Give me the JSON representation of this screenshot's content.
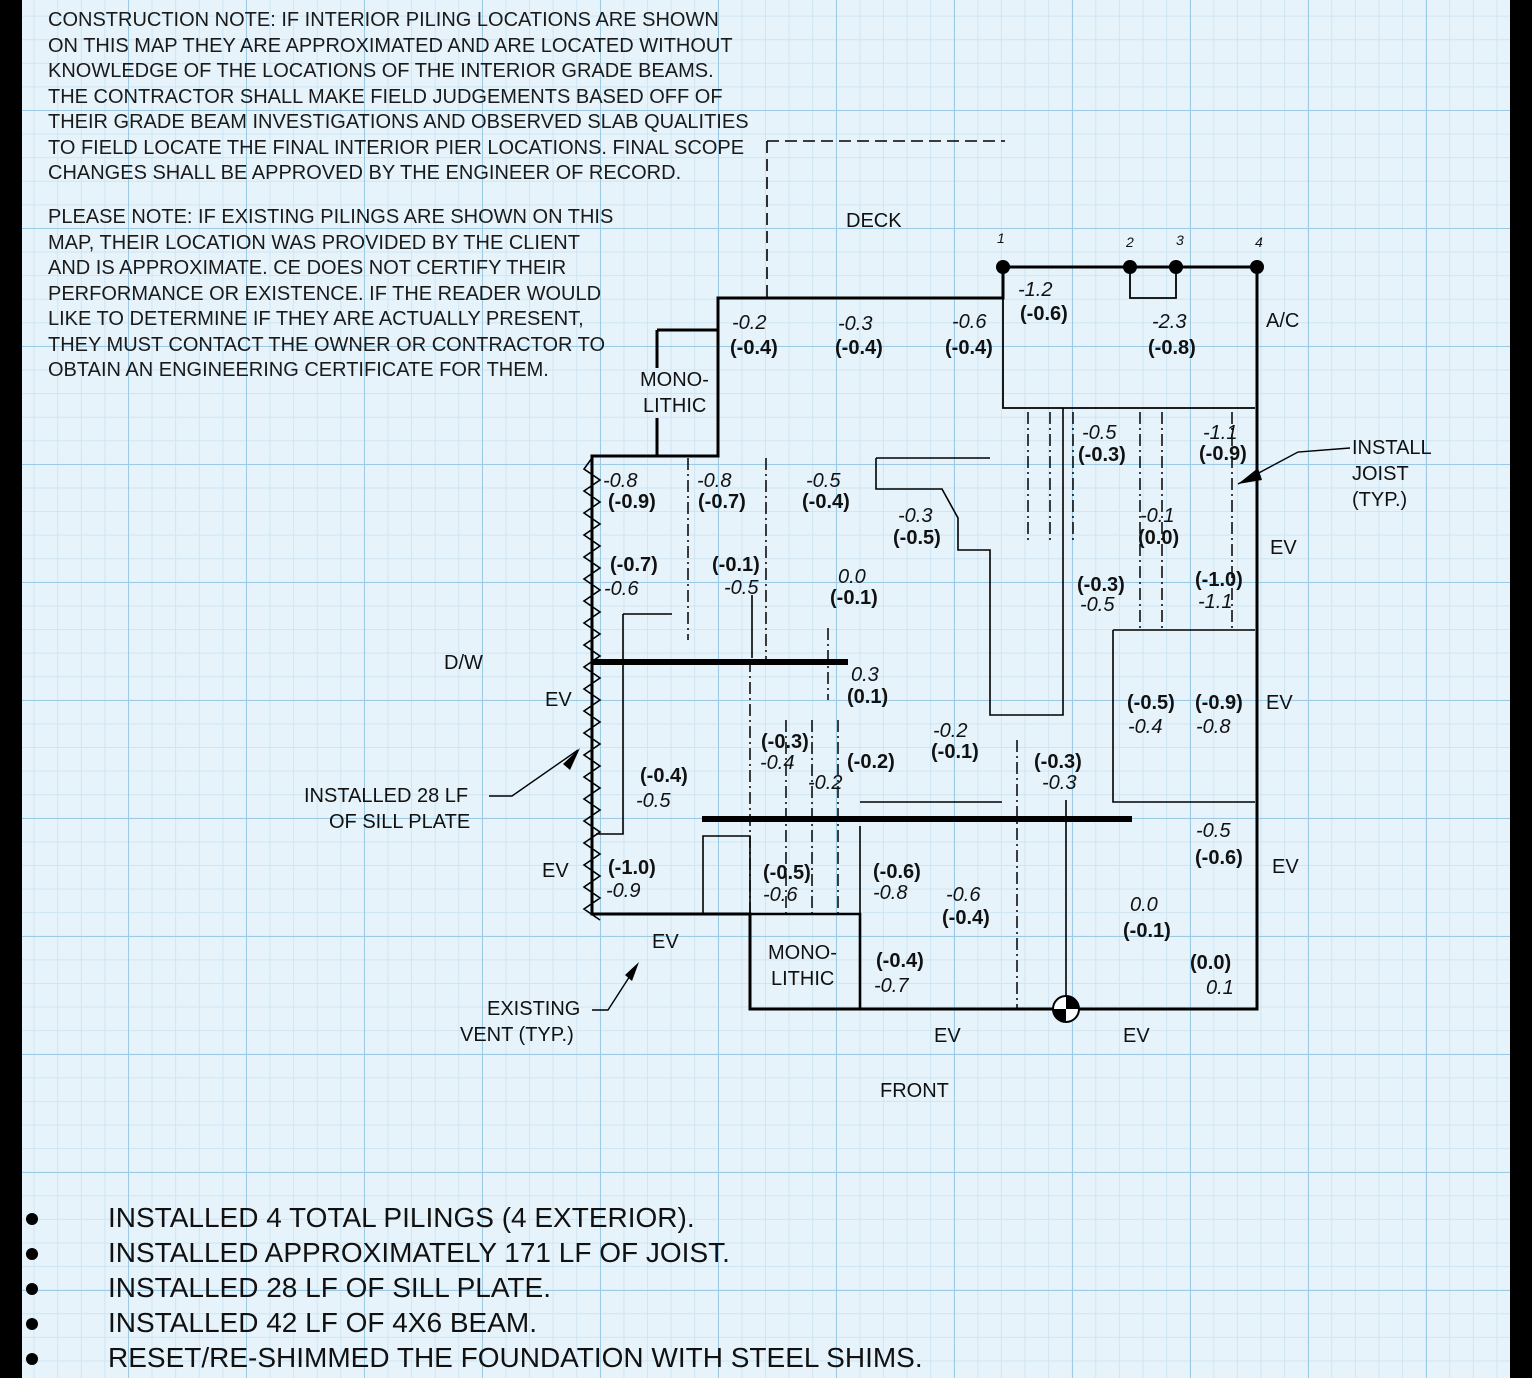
{
  "notes": {
    "construction": [
      "CONSTRUCTION NOTE:  IF INTERIOR PILING LOCATIONS ARE SHOWN",
      "ON THIS MAP THEY ARE APPROXIMATED AND ARE LOCATED WITHOUT",
      "KNOWLEDGE OF THE LOCATIONS OF THE INTERIOR GRADE BEAMS.",
      "THE CONTRACTOR SHALL MAKE FIELD JUDGEMENTS BASED OFF OF",
      "THEIR GRADE BEAM INVESTIGATIONS AND OBSERVED SLAB QUALITIES",
      "TO FIELD LOCATE THE FINAL INTERIOR PIER LOCATIONS.  FINAL SCOPE",
      "CHANGES SHALL BE APPROVED BY THE ENGINEER OF RECORD."
    ],
    "please": [
      "PLEASE NOTE: IF EXISTING PILINGS ARE SHOWN ON THIS",
      "MAP, THEIR LOCATION WAS PROVIDED BY THE CLIENT",
      "AND IS APPROXIMATE.  CE DOES NOT CERTIFY THEIR",
      "PERFORMANCE OR EXISTENCE.  IF THE READER WOULD",
      "LIKE TO DETERMINE IF THEY ARE ACTUALLY PRESENT,",
      "THEY MUST CONTACT THE OWNER OR CONTRACTOR TO",
      "OBTAIN AN ENGINEERING CERTIFICATE FOR THEM."
    ]
  },
  "labels": {
    "deck": "DECK",
    "ac": "A/C",
    "dw": "D/W",
    "front": "FRONT",
    "mono_top_1": "MONO-",
    "mono_top_2": "LITHIC",
    "mono_bot_1": "MONO-",
    "mono_bot_2": "LITHIC",
    "install_joist": [
      "INSTALL",
      "JOIST",
      "(TYP.)"
    ],
    "sill_plate": [
      "INSTALLED 28 LF",
      "OF SILL PLATE"
    ],
    "existing_vent": [
      "EXISTING",
      "VENT (TYP.)"
    ],
    "ev": "EV",
    "pilings": [
      "1",
      "2",
      "3",
      "4"
    ]
  },
  "elevations": [
    {
      "id": "e1",
      "it": "-0.2",
      "bd": "(-0.4)"
    },
    {
      "id": "e2",
      "it": "-0.3",
      "bd": "(-0.4)"
    },
    {
      "id": "e3",
      "it": "-0.6",
      "bd": "(-0.4)"
    },
    {
      "id": "e4",
      "it": "-1.2",
      "bd": "(-0.6)"
    },
    {
      "id": "e5",
      "it": "-2.3",
      "bd": "(-0.8)"
    },
    {
      "id": "e6",
      "it": "-0.5",
      "bd": "(-0.3)"
    },
    {
      "id": "e7",
      "it": "-1.1",
      "bd": "(-0.9)"
    },
    {
      "id": "e8",
      "it": "-0.8",
      "bd": "(-0.9)"
    },
    {
      "id": "e9",
      "it": "-0.8",
      "bd": "(-0.7)"
    },
    {
      "id": "e10",
      "it": "-0.5",
      "bd": "(-0.4)"
    },
    {
      "id": "e11",
      "it": "-0.3",
      "bd": "(-0.5)"
    },
    {
      "id": "e12",
      "it": "-0.1",
      "bd": "(0.0)"
    },
    {
      "id": "e13",
      "it": "-0.6",
      "bd": "(-0.7)"
    },
    {
      "id": "e14",
      "it": "-0.5",
      "bd": "(-0.1)"
    },
    {
      "id": "e15",
      "it": "0.0",
      "bd": "(-0.1)"
    },
    {
      "id": "e16",
      "it": "-0.5",
      "bd": "(-0.3)"
    },
    {
      "id": "e17",
      "it": "-1.1",
      "bd": "(-1.0)"
    },
    {
      "id": "e18",
      "it": "0.3",
      "bd": "(0.1)"
    },
    {
      "id": "e19",
      "it": "-0.4",
      "bd": "(-0.5)"
    },
    {
      "id": "e20",
      "it": "-0.8",
      "bd": "(-0.9)"
    },
    {
      "id": "e21",
      "it": "-0.4",
      "bd": "(-0.3)"
    },
    {
      "id": "e22",
      "it": "-0.2",
      "bd": "(-0.2)"
    },
    {
      "id": "e23",
      "it": "-0.2",
      "bd": "(-0.1)"
    },
    {
      "id": "e24",
      "it": "-0.3",
      "bd": "(-0.3)"
    },
    {
      "id": "e25",
      "it": "-0.5",
      "bd": "(-0.4)"
    },
    {
      "id": "e26",
      "it": "-0.5",
      "bd": "(-0.6)"
    },
    {
      "id": "e27",
      "it": "-0.9",
      "bd": "(-1.0)"
    },
    {
      "id": "e28",
      "it": "-0.6",
      "bd": "(-0.5)"
    },
    {
      "id": "e29",
      "it": "-0.8",
      "bd": "(-0.6)"
    },
    {
      "id": "e30",
      "it": "-0.6",
      "bd": "(-0.4)"
    },
    {
      "id": "e31",
      "it": "0.0",
      "bd": "(-0.1)"
    },
    {
      "id": "e32",
      "it": "-0.7",
      "bd": "(-0.4)"
    },
    {
      "id": "e33",
      "it": "0.1",
      "bd": "(0.0)"
    }
  ],
  "bullets": [
    "INSTALLED 4 TOTAL PILINGS (4 EXTERIOR).",
    "INSTALLED APPROXIMATELY 171 LF OF JOIST.",
    "INSTALLED 28 LF OF SILL PLATE.",
    "INSTALLED 42 LF OF 4X6 BEAM.",
    "RESET/RE-SHIMMED THE FOUNDATION WITH STEEL SHIMS."
  ]
}
